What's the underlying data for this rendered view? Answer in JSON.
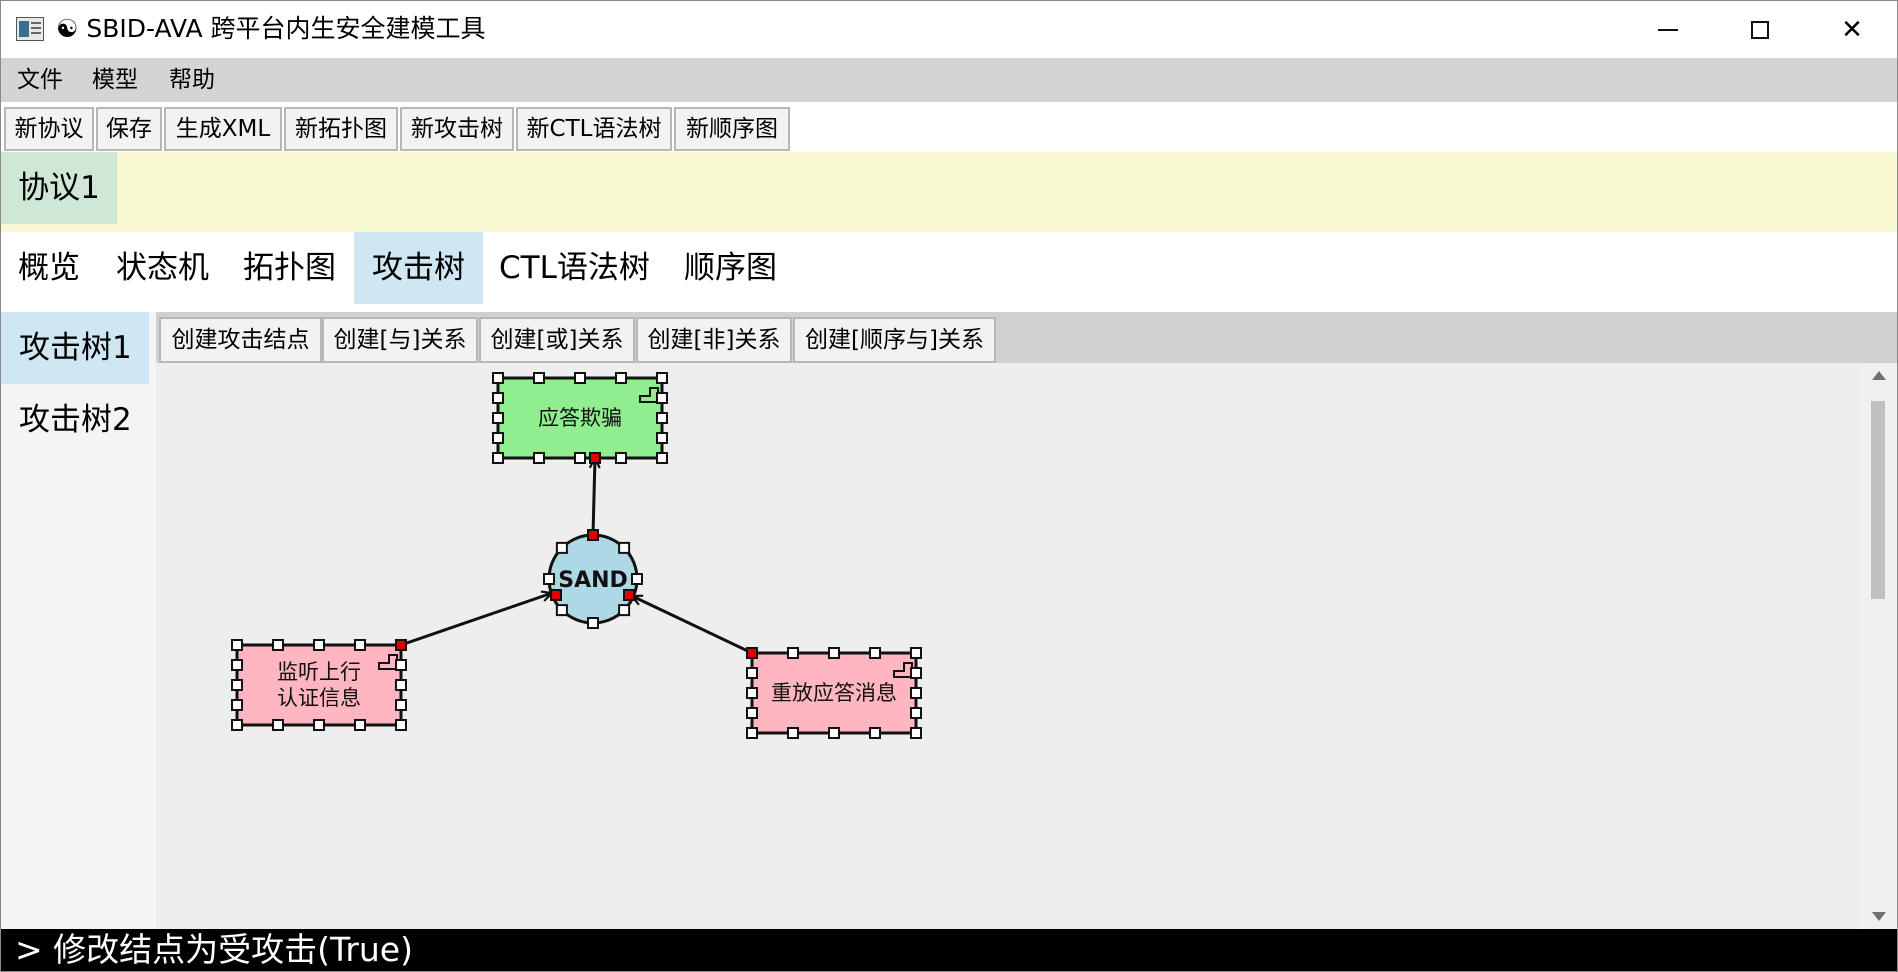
{
  "window": {
    "title": "☯ SBID-AVA 跨平台内生安全建模工具",
    "minimize_label": "—",
    "close_label": "✕"
  },
  "menu": [
    "文件",
    "模型",
    "帮助"
  ],
  "toolbar": [
    "新协议",
    "保存",
    "生成XML",
    "新拓扑图",
    "新攻击树",
    "新CTL语法树",
    "新顺序图"
  ],
  "protocol_tabs": [
    "协议1"
  ],
  "view_tabs": {
    "items": [
      "概览",
      "状态机",
      "拓扑图",
      "攻击树",
      "CTL语法树",
      "顺序图"
    ],
    "active": "攻击树"
  },
  "attack_trees": {
    "items": [
      "攻击树1",
      "攻击树2"
    ],
    "active": "攻击树1"
  },
  "subtoolbar": [
    "创建攻击结点",
    "创建[与]关系",
    "创建[或]关系",
    "创建[非]关系",
    "创建[顺序与]关系"
  ],
  "diagram": {
    "nodes": [
      {
        "id": "root",
        "label_lines": [
          "应答欺骗"
        ],
        "color": "#90ee90"
      },
      {
        "id": "sand",
        "label_lines": [
          "SAND"
        ],
        "color": "#add8e6"
      },
      {
        "id": "left",
        "label_lines": [
          "监听上行",
          "认证信息"
        ],
        "color": "#ffb6c1"
      },
      {
        "id": "right",
        "label_lines": [
          "重放应答消息"
        ],
        "color": "#ffb6c1"
      }
    ],
    "edges": [
      {
        "from": "sand",
        "to": "root"
      },
      {
        "from": "left",
        "to": "sand"
      },
      {
        "from": "right",
        "to": "sand"
      }
    ],
    "anchor_color": "#e00000"
  },
  "console": {
    "message": "> 修改结点为受攻击(True)"
  }
}
